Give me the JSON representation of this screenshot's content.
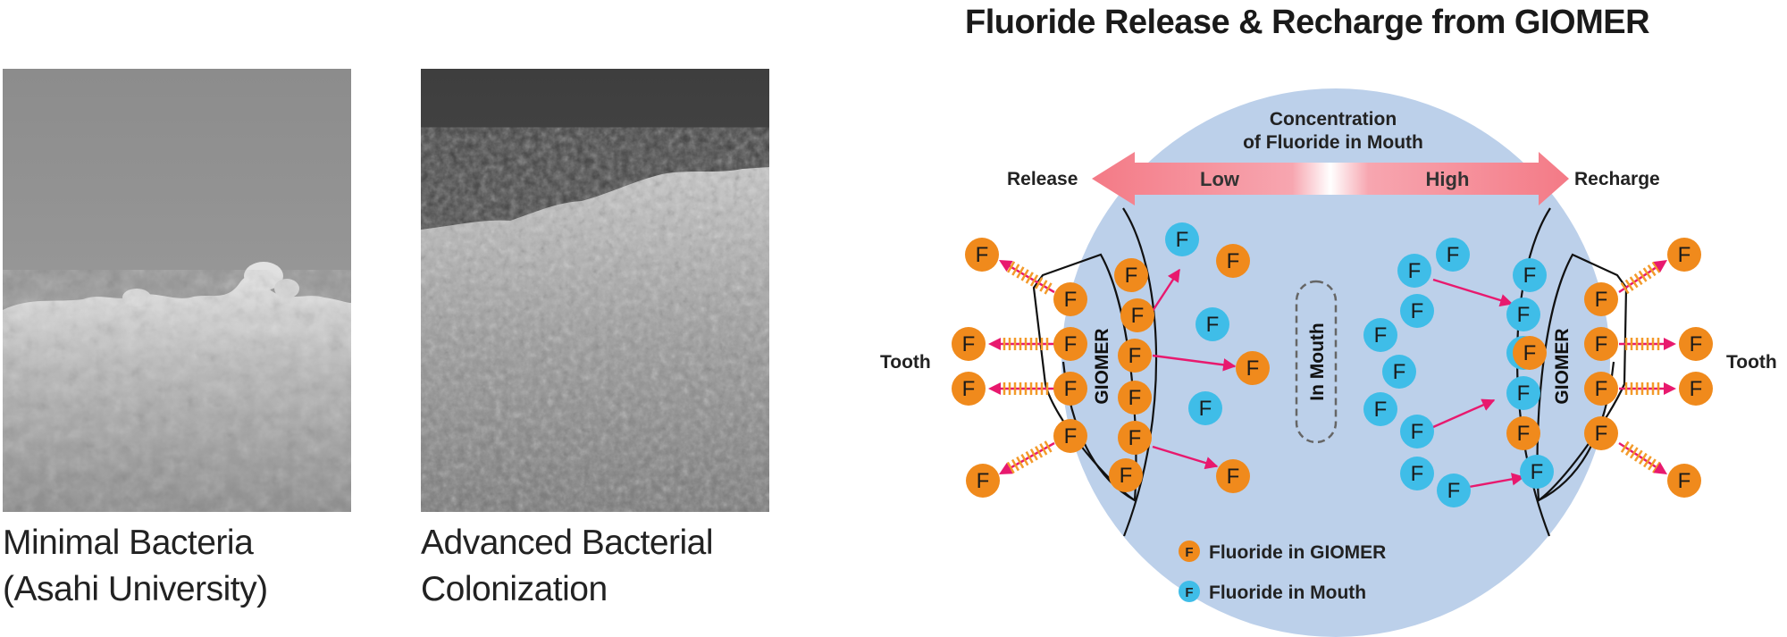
{
  "photos": [
    {
      "caption_lines": [
        "Minimal Bacteria",
        "(Asahi University)"
      ]
    },
    {
      "caption_lines": [
        "Advanced Bacterial",
        "Colonization"
      ]
    }
  ],
  "diagram": {
    "title": "Fluoride Release & Recharge from GIOMER",
    "concentration_label": [
      "Concentration",
      "of Fluoride in Mouth"
    ],
    "arrow_left_label": "Release",
    "arrow_right_label": "Recharge",
    "gradient_low": "Low",
    "gradient_high": "High",
    "tooth_left": "Tooth",
    "tooth_right": "Tooth",
    "giomer_left": "GIOMER",
    "giomer_right": "GIOMER",
    "mouth_label": "In Mouth",
    "ion_letter": "F",
    "legend": [
      {
        "label": "Fluoride in GIOMER",
        "color": "#f08a1c"
      },
      {
        "label": "Fluoride in Mouth",
        "color": "#3fbde8"
      }
    ],
    "colors": {
      "circle": "#bcd0ea",
      "orange": "#f08a1c",
      "blue": "#3fbde8",
      "arrow": "#e8196e",
      "release_arrow": "#f47a86"
    }
  }
}
